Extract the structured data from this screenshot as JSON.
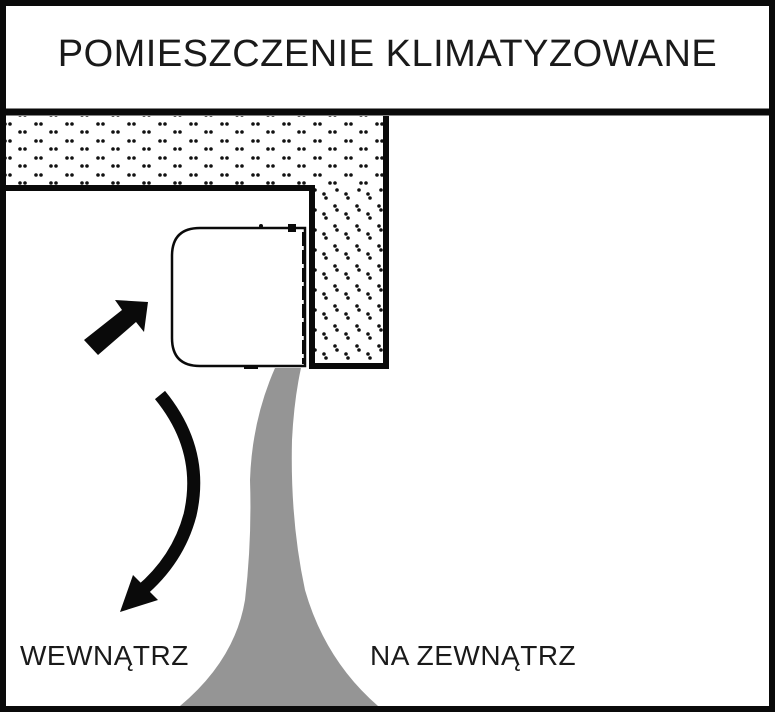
{
  "diagram": {
    "title": "POMIESZCZENIE KLIMATYZOWANE",
    "labels": {
      "inside": "WEWNĄTRZ",
      "outside": "NA ZEWNĄTRZ"
    },
    "elements": [
      "insulated-wall-horizontal",
      "insulated-wall-vertical",
      "air-conditioner-unit",
      "intake-arrow",
      "circulation-arrow",
      "exhaust-plume"
    ],
    "colors": {
      "outline": "#0a0a0a",
      "plume": "#959595",
      "background": "#ffffff"
    }
  }
}
